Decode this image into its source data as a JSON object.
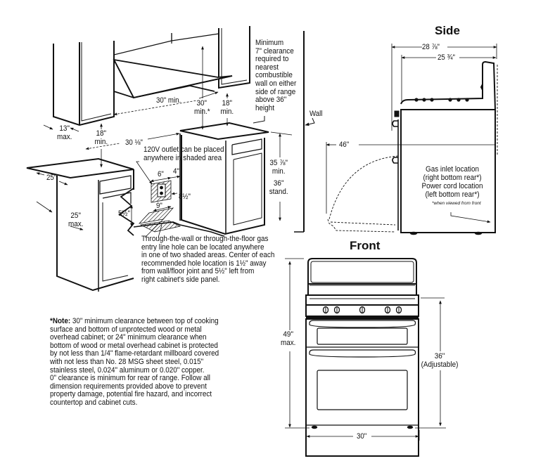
{
  "installation_view": {
    "side_clearance_note": "Minimum\n7\" clearance\nrequired to\nnearest\ncombustible\nwall on either\nside of range\nabove 36\"\nheight",
    "wall_label": "Wall",
    "dim_30_min_width": "30\" min.",
    "dim_30_min_height": "30\"\nmin.*",
    "dim_18_min_right": "18\"\nmin.",
    "dim_18_min_left": "18\"\nmin.",
    "dim_13_max": "13\"\nmax.",
    "dim_30_1_8": "30 ⅛\"",
    "outlet_note": "120V outlet can be placed\nanywhere in shaded area",
    "dim_6": "6\"",
    "dim_4": "4\"",
    "dim_8_5": "8½\"",
    "dim_9": "9\"",
    "dim_5_5": "5½\"",
    "dim_25_depth": "25\"",
    "dim_25_max": "25\"\nmax.",
    "dim_35_7_8_min": "35 ⅞\"\nmin.",
    "dim_36_stand": "36\"\nstand.",
    "gas_entry_note": "Through-the-wall or through-the-floor gas\nentry line hole can be located anywhere\nin one of two shaded areas. Center of each\nrecommended hole location is 1½\" away\nfrom wall/floor joint and 5½\" left from\nright cabinet's side panel."
  },
  "note": {
    "label": "*Note:",
    "text": " 30\" minimum clearance between top of cooking\nsurface and bottom of unprotected wood or metal\noverhead cabinet; or 24\" minimum clearance when\nbottom of wood or metal overhead cabinet is protected\nby not less than 1/4\" flame-retardant millboard covered\nwith not less than No. 28 MSG sheet steel, 0.015\"\nstainless steel, 0.024\" aluminum or 0.020\" copper.\n0\" clearance is minimum for rear of range. Follow all\ndimension requirements provided above to prevent\nproperty damage, potential fire hazard, and incorrect\ncountertop and cabinet cuts."
  },
  "side_view": {
    "title": "Side",
    "dim_overall_depth": "28 ⅞\"",
    "dim_body_depth": "25 ¾\"",
    "dim_door_open": "46\"",
    "gas_inlet": "Gas inlet location\n(right bottom rear*)",
    "power_cord": "Power cord location\n(left bottom rear*)",
    "footnote": "*when viewed from front"
  },
  "front_view": {
    "title": "Front",
    "dim_height_max": "49\"\nmax.",
    "dim_cooktop_height": "36\"\n(Adjustable)",
    "dim_width": "30\""
  }
}
